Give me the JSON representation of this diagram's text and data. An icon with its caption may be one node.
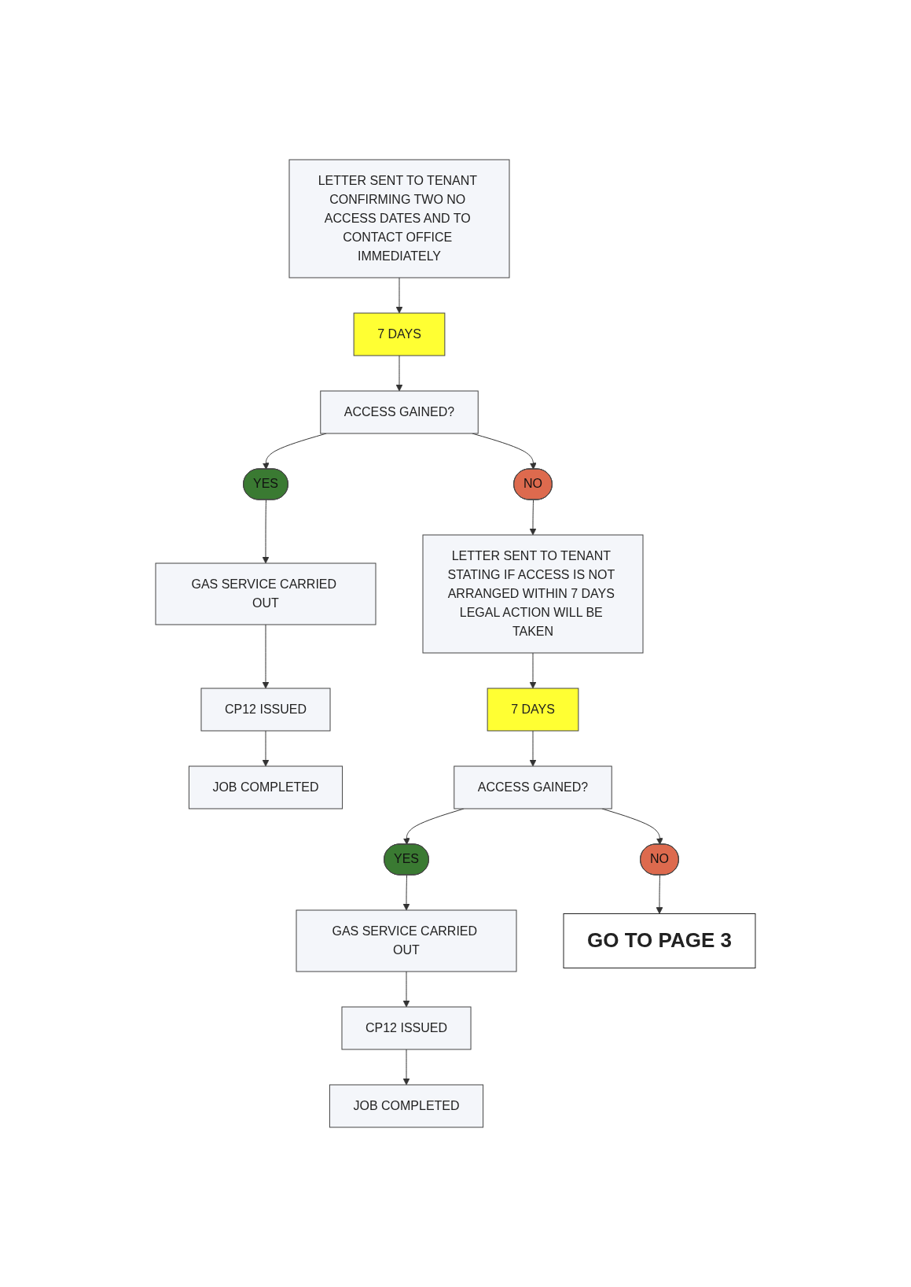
{
  "diagram": {
    "nodes": [
      {
        "text": [
          "LETTER SENT TO TENANT CONFIRMING TWO NO ACCESS DATES AND TO CONTACT OFFICE IMMEDIATELY"
        ]
      },
      {
        "text": [
          "7 DAYS"
        ]
      },
      {
        "text": [
          "ACCESS GAINED?"
        ]
      },
      {
        "text": [
          "YES"
        ]
      },
      {
        "text": [
          "GAS SERVICE CARRIED OUT"
        ]
      },
      {
        "text": [
          "NO"
        ]
      },
      {
        "text": [
          "CP12 ISSUED"
        ]
      },
      {
        "text": [
          "JOB COMPLETED"
        ]
      },
      {
        "text": [
          "LETTER SENT TO TENANT STATING IF ACCESS IS NOT ARRANGED WITHIN 7 DAYS LEGAL ACTION WILL BE TAKEN"
        ]
      },
      {
        "text": [
          "7 DAYS"
        ]
      },
      {
        "text": [
          "ACCESS GAINED?"
        ]
      },
      {
        "text": [
          "YES"
        ]
      },
      {
        "text": [
          "GAS SERVICE CARRIED OUT"
        ]
      },
      {
        "text": [
          "NO"
        ]
      },
      {
        "text": [
          "CP12 ISSUED"
        ]
      },
      {
        "text": [
          "JOB COMPLETED"
        ]
      },
      {
        "text": [
          "GO TO PAGE 3"
        ]
      }
    ],
    "edges": [
      {
        "from": 0,
        "to": 1,
        "arrow": "to"
      },
      {
        "from": 1,
        "to": 2,
        "arrow": "to"
      },
      {
        "from": 2,
        "to": 3,
        "arrow": "to"
      },
      {
        "from": 3,
        "to": 4,
        "arrow": "to"
      },
      {
        "from": 2,
        "to": 5,
        "arrow": "to"
      },
      {
        "from": 4,
        "to": 6,
        "arrow": "to"
      },
      {
        "from": 6,
        "to": 7,
        "arrow": "to"
      },
      {
        "from": 5,
        "to": 8,
        "arrow": "to"
      },
      {
        "from": 8,
        "to": 9,
        "arrow": "to"
      },
      {
        "from": 9,
        "to": 10,
        "arrow": "to"
      },
      {
        "from": 10,
        "to": 11,
        "arrow": "to"
      },
      {
        "from": 11,
        "to": 12,
        "arrow": "to"
      },
      {
        "from": 10,
        "to": 13,
        "arrow": "to"
      },
      {
        "from": 12,
        "to": 14,
        "arrow": "to"
      },
      {
        "from": 14,
        "to": 15,
        "arrow": "to"
      },
      {
        "from": 13,
        "to": 16,
        "arrow": "to"
      }
    ]
  }
}
